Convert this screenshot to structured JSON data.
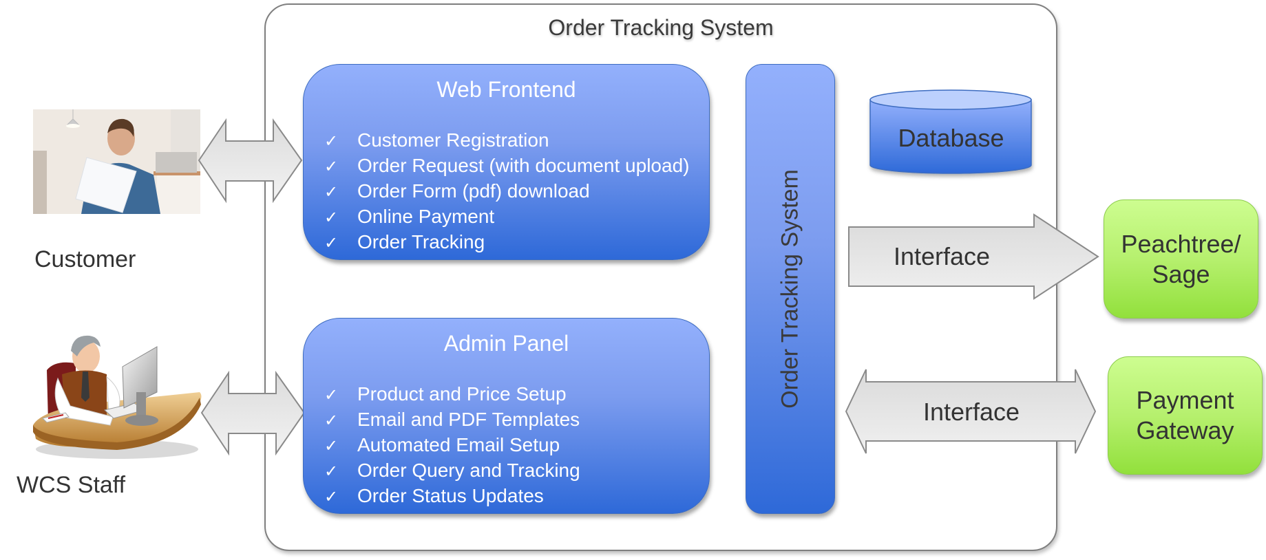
{
  "system": {
    "title": "Order Tracking System",
    "vertical_label": "Order Tracking System"
  },
  "actors": {
    "customer": {
      "label": "Customer",
      "icon": "customer-photo"
    },
    "staff": {
      "label": "WCS Staff",
      "icon": "staff-at-desk-icon"
    }
  },
  "web_frontend": {
    "title": "Web Frontend",
    "check_glyph": "✓",
    "items": [
      "Customer Registration",
      "Order Request (with document upload)",
      "Order Form (pdf) download",
      "Online Payment",
      "Order Tracking"
    ]
  },
  "admin_panel": {
    "title": "Admin Panel",
    "check_glyph": "✓",
    "items": [
      "Product and Price Setup",
      "Email and PDF Templates",
      "Automated Email Setup",
      "Order Query and Tracking",
      "Order Status Updates"
    ]
  },
  "database": {
    "label": "Database"
  },
  "interfaces": [
    {
      "label": "Interface",
      "direction": "right"
    },
    {
      "label": "Interface",
      "direction": "both"
    }
  ],
  "external_systems": [
    {
      "label_line1": "Peachtree/",
      "label_line2": "Sage"
    },
    {
      "label_line1": "Payment",
      "label_line2": "Gateway"
    }
  ],
  "colors": {
    "panel_blue_top": "#93b0fc",
    "panel_blue_bottom": "#2e69d8",
    "external_green_top": "#cdfd90",
    "external_green_bottom": "#92e03c",
    "arrow_gray": "#e4e4e4",
    "outline_gray": "#7f7f7f"
  }
}
